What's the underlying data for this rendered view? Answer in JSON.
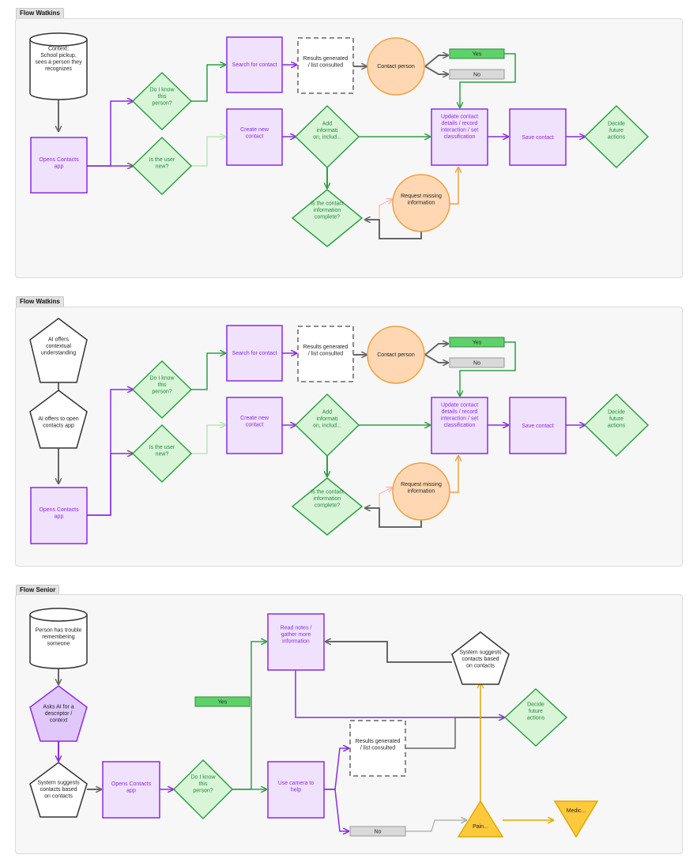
{
  "frames": [
    {
      "label": "Flow Watkins",
      "start": "Context:\nSchool pickup,\nsees a person they\nrecognizes",
      "opens_app": "Opens Contacts\napp",
      "know_person": "Do I know\nthis\nperson?",
      "user_new": "Is the user\nnew?",
      "search": "Search for contact",
      "results": "Results generated\n/ list consulted",
      "contact_person": "Contact person",
      "yes": "Yes",
      "no": "No",
      "create": "Create new\ncontact",
      "add_info": "Add\ninformati\non, includ...",
      "update": "Update contact\ndetails / record\ninteraction / set\nclassification",
      "save": "Save contact",
      "decide": "Decide\nfuture\nactions",
      "request": "Request missing\ninformation",
      "complete": "Is the contact\ninformation\ncomplete?"
    },
    {
      "label": "Flow Watkins",
      "ai_context": "AI offers\ncontextual\nunderstanding",
      "ai_open": "AI offers to open\ncontacts app",
      "opens_app": "Opens Contacts\napp",
      "know_person": "Do I know\nthis\nperson?",
      "user_new": "Is the user\nnew?",
      "search": "Search for contact",
      "results": "Results generated\n/ list consulted",
      "contact_person": "Contact person",
      "yes": "Yes",
      "no": "No",
      "create": "Create new\ncontact",
      "add_info": "Add\ninformati\non, includ...",
      "update": "Update contact\ndetails / record\ninteraction / set\nclassification",
      "save": "Save contact",
      "decide": "Decide\nfuture\nactions",
      "request": "Request missing\ninformation",
      "complete": "Is the contact\ninformation\ncomplete?"
    },
    {
      "label": "Flow Senior",
      "start": "Person has trouble\nremembering\nsomeone",
      "asks_ai": "Asks AI for a\ndescriptor /\ncontext",
      "system_suggests_1": "System suggests\ncontacts based\non contacts",
      "opens_app": "Opens Contacts\napp",
      "know_person": "Do I know\nthis\nperson?",
      "yes": "Yes",
      "read_notes": "Read notes /\ngather more\ninformation",
      "system_suggests_2": "System suggests\ncontacts based\non contacts",
      "decide": "Decide\nfuture\nactions",
      "results": "Results generated\n/ list consulted",
      "camera": "Use camera to\nhelp",
      "no": "No",
      "pain": "Pain...",
      "medic": "Medic..."
    }
  ],
  "colors": {
    "purple_fill": "#f0e2fd",
    "purple_stroke": "#8a2be2",
    "green_fill": "#d8f5d8",
    "green_stroke": "#2ea043",
    "orange_fill": "#ffd8b3",
    "orange_stroke": "#f0a040",
    "yes_fill": "#5fd16a",
    "no_fill": "#d9d9d9",
    "yellow_fill": "#ffc93c",
    "yellow_stroke": "#e0a800",
    "gray_stroke": "#666666"
  }
}
